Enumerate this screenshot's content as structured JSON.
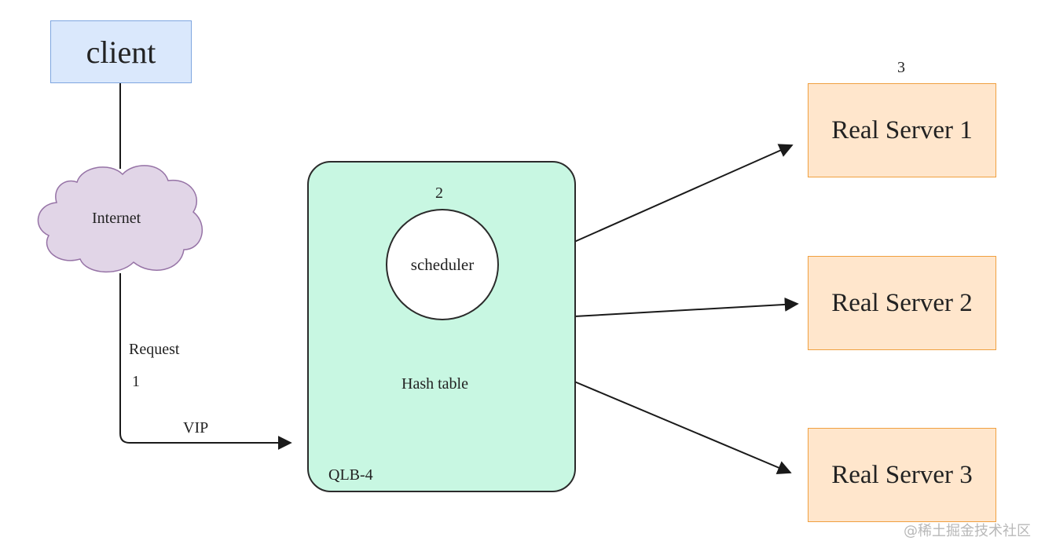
{
  "colors": {
    "client_fill": "#dae8fc",
    "client_stroke": "#7ea6e0",
    "cloud_fill": "#e1d5e7",
    "cloud_stroke": "#9673a6",
    "qlb_fill": "#c8f7e2",
    "server_fill": "#ffe6cc",
    "server_stroke": "#f0a040",
    "line": "#1a1a1a"
  },
  "nodes": {
    "client": "client",
    "internet": "Internet",
    "qlb": "QLB-4",
    "scheduler": "scheduler",
    "hash_table": "Hash table",
    "servers": [
      "Real Server 1",
      "Real Server 2",
      "Real Server 3"
    ]
  },
  "labels": {
    "request": "Request",
    "step1": "1",
    "vip": "VIP",
    "step2": "2",
    "step3": "3"
  },
  "watermark": "@稀土掘金技术社区"
}
